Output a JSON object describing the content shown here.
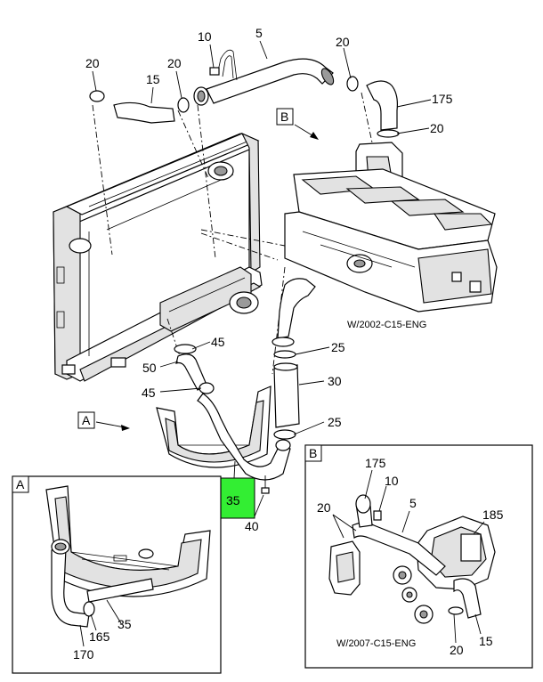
{
  "callouts": {
    "c10_top": "10",
    "c5_top": "5",
    "c20_top_right": "20",
    "c20_top_left": "20",
    "c15_top": "15",
    "c20_top_mid": "20",
    "c175_top": "175",
    "c20_right": "20",
    "c45_upper": "45",
    "c25_upper": "25",
    "c50": "50",
    "c30": "30",
    "c45_lower": "45",
    "c25_lower": "25",
    "c35_main": "35",
    "c40": "40",
    "c35_inset_a": "35",
    "c165": "165",
    "c170": "170",
    "c175_inset_b": "175",
    "c10_inset_b": "10",
    "c5_inset_b": "5",
    "c20_inset_b_left": "20",
    "c185": "185",
    "c20_inset_b_bottom": "20",
    "c15_inset_b": "15"
  },
  "view_refs": {
    "ref_b": "B",
    "ref_a": "A",
    "inset_a_tag": "A",
    "inset_b_tag": "B"
  },
  "captions": {
    "engine_2002": "W/2002-C15-ENG",
    "engine_2007": "W/2007-C15-ENG"
  },
  "colors": {
    "highlight": "#33ee33",
    "line": "#000000",
    "fill": "#ffffff",
    "shade": "#e2e2e2"
  }
}
